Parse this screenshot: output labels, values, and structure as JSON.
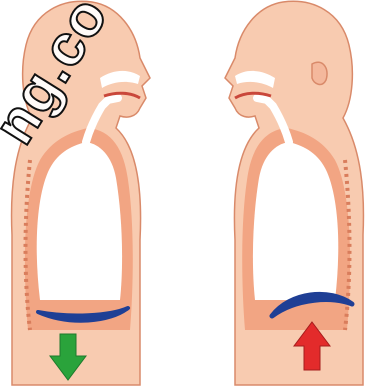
{
  "figure": {
    "panels": [
      {
        "label": "",
        "phase_icon": "down-arrow-icon",
        "diaphragm_shape": "flattened"
      },
      {
        "label": "",
        "phase_icon": "up-arrow-icon",
        "diaphragm_shape": "domed"
      }
    ]
  },
  "watermark": {
    "text": "ng.co"
  },
  "colors": {
    "skin": "#f8cbb0",
    "wall": "#f2a583",
    "wall_dark": "#d97d5c",
    "cavity": "#ffffff",
    "diaphragm": "#1f3f95",
    "arrow_down": "#2aa33b",
    "arrow_up": "#e32b2b"
  }
}
